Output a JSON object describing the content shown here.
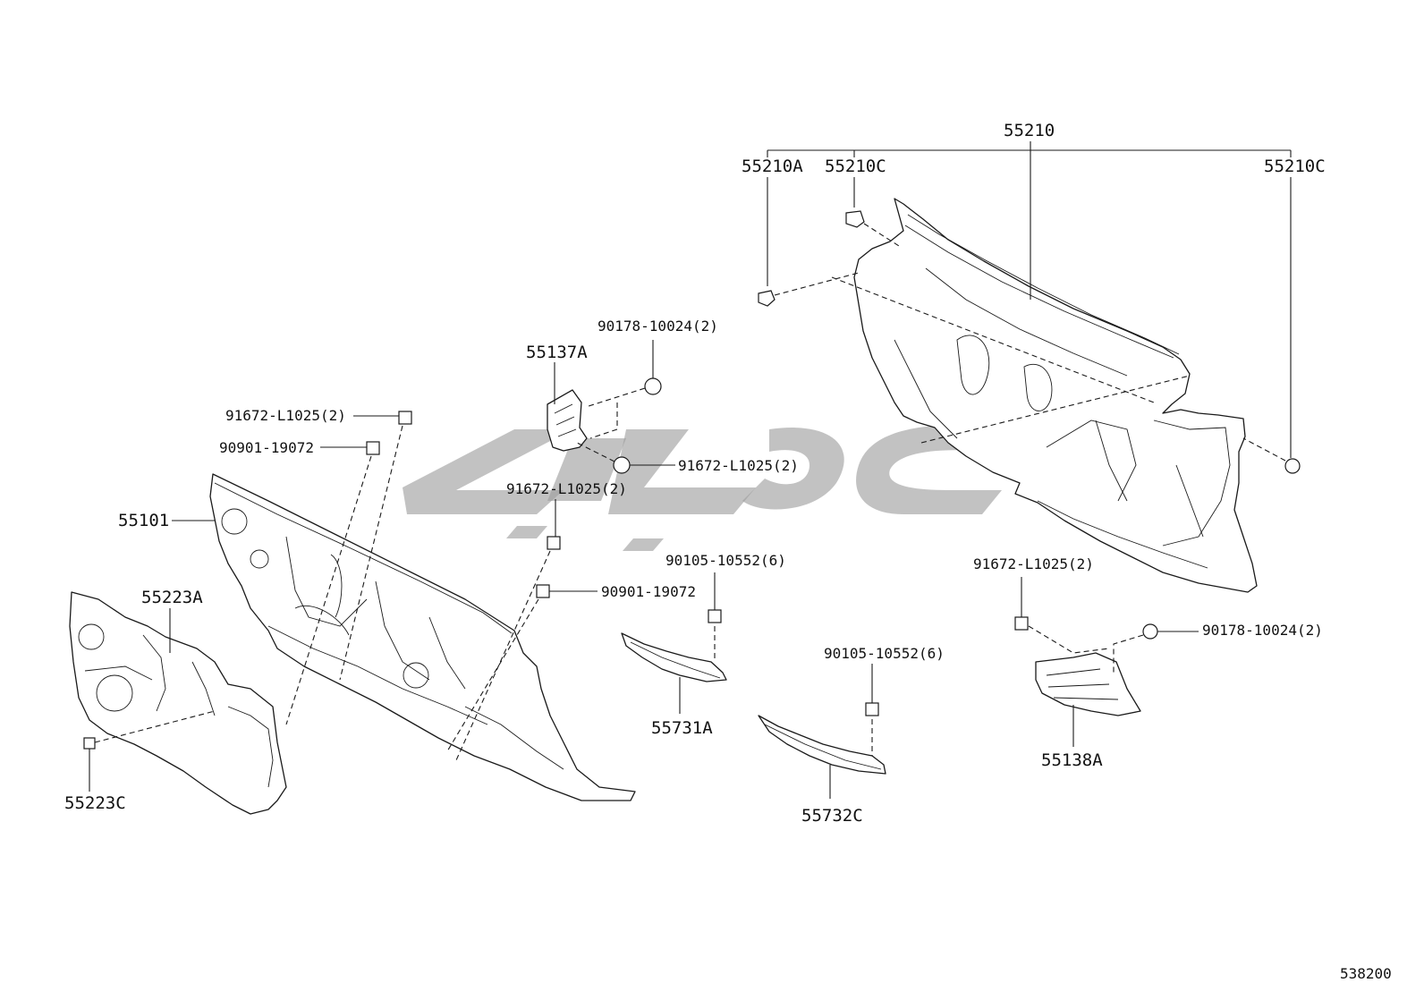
{
  "diagram": {
    "id": "538200",
    "colors": {
      "line": "#1a1a1a",
      "watermark": "#9c9c9c",
      "background": "#ffffff"
    },
    "labels": {
      "p55210": "55210",
      "p55210A": "55210A",
      "p55210C_left": "55210C",
      "p55210C_right": "55210C",
      "p90178_top": "90178-10024(2)",
      "p55137A": "55137A",
      "p91672_a": "91672-L1025(2)",
      "p90901_a": "90901-19072",
      "p91672_b": "91672-L1025(2)",
      "p91672_c": "91672-L1025(2)",
      "p55101": "55101",
      "p55223A": "55223A",
      "p90901_b": "90901-19072",
      "p90105_a": "90105-10552(6)",
      "p91672_d": "91672-L1025(2)",
      "p90178_right": "90178-10024(2)",
      "p55731A": "55731A",
      "p90105_b": "90105-10552(6)",
      "p55138A": "55138A",
      "p55223C": "55223C",
      "p55732C": "55732C"
    }
  }
}
